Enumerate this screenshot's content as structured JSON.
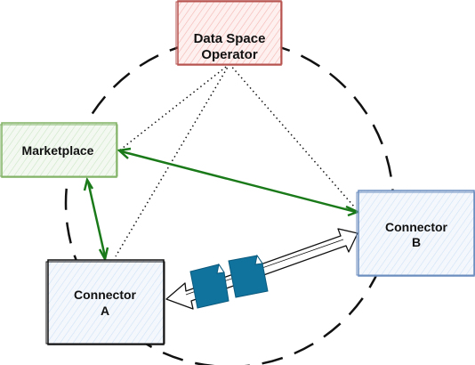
{
  "nodes": {
    "operator": {
      "line1": "Data Space",
      "line2": "Operator",
      "fill": "#f8cecc",
      "stroke": "#b85450"
    },
    "marketplace": {
      "label": "Marketplace",
      "fill": "#d5e8d4",
      "stroke": "#82b366"
    },
    "connector_a": {
      "line1": "Connector",
      "line2": "A",
      "fill": "#dae8fc",
      "stroke": "#111111"
    },
    "connector_b": {
      "line1": "Connector",
      "line2": "B",
      "fill": "#dae8fc",
      "stroke": "#6c8ebf"
    }
  },
  "colors": {
    "edge_green": "#1a7a1a",
    "document_blue": "#10739e",
    "circle": "#111111"
  },
  "icons": [
    "document-icon",
    "document-icon"
  ]
}
